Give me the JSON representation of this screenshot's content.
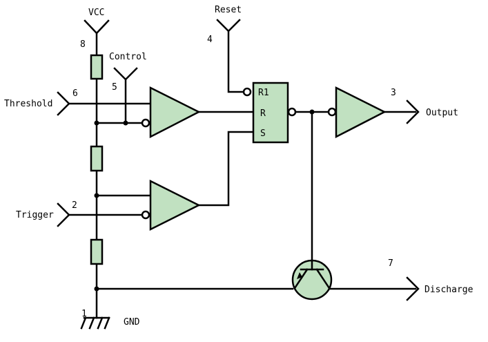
{
  "colors": {
    "component_fill": "#c1e1c1",
    "wire": "#000000",
    "background": "#ffffff"
  },
  "pins": {
    "vcc": {
      "name": "VCC",
      "number": "8"
    },
    "control": {
      "name": "Control",
      "number": "5"
    },
    "reset": {
      "name": "Reset",
      "number": "4"
    },
    "threshold": {
      "name": "Threshold",
      "number": "6"
    },
    "trigger": {
      "name": "Trigger",
      "number": "2"
    },
    "output": {
      "name": "Output",
      "number": "3"
    },
    "discharge": {
      "name": "Discharge",
      "number": "7"
    },
    "gnd": {
      "name": "GND",
      "number": "1"
    }
  },
  "flipflop": {
    "r1": "R1",
    "r": "R",
    "s": "S"
  }
}
